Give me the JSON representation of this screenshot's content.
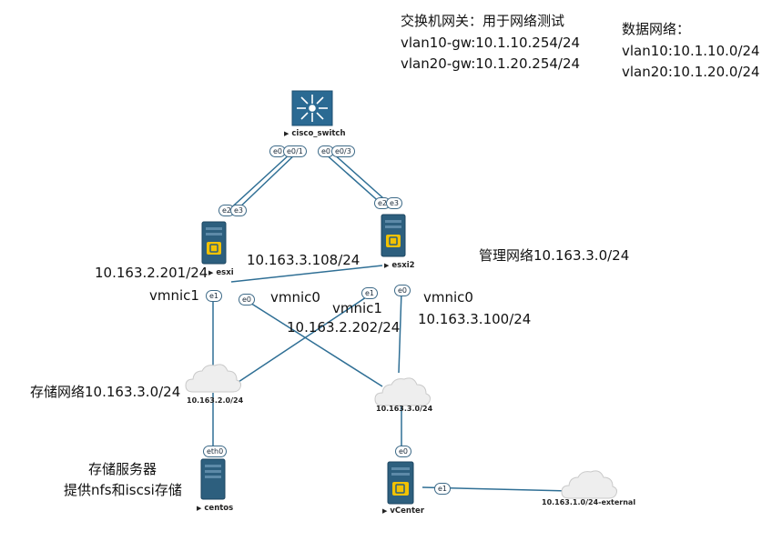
{
  "notes": {
    "switch_gateway_title": "交换机网关：用于网络测试",
    "vlan10_gw": "vlan10-gw:10.1.10.254/24",
    "vlan20_gw": "vlan20-gw:10.1.20.254/24",
    "data_network_title": "数据网络：",
    "vlan10_net": "vlan10:10.1.10.0/24",
    "vlan20_net": "vlan20:10.1.20.0/24",
    "esxi_storage_ip": "10.163.2.201/24",
    "esxi_mgmt_ip": "10.163.3.108/24",
    "esxi_vmnic1": "vmnic1",
    "esxi_vmnic0": "vmnic0",
    "esxi2_vmnic1": "vmnic1",
    "esxi2_storage_ip": "10.163.2.202/24",
    "esxi2_vmnic0": "vmnic0",
    "esxi2_mgmt_ip": "10.163.3.100/24",
    "mgmt_network": "管理网络10.163.3.0/24",
    "storage_network": "存储网络10.163.3.0/24",
    "storage_server_title": "存储服务器",
    "storage_server_desc": "提供nfs和iscsi存储"
  },
  "nodes": {
    "switch": "cisco_switch",
    "esxi": "esxi",
    "esxi2": "esxi2",
    "centos": "centos",
    "vcenter": "vCenter"
  },
  "clouds": {
    "storage_net": "10.163.2.0/24",
    "mgmt_net": "10.163.3.0/24",
    "external_net": "10.163.1.0/24-external"
  },
  "ports": {
    "sw_e0_left": "e0",
    "sw_e01": "e0/1",
    "sw_e0_right": "e0",
    "sw_e03": "e0/3",
    "esxi_e2": "e2",
    "esxi_e3": "e3",
    "esxi2_e2": "e2",
    "esxi2_e3": "e3",
    "esxi_e1": "e1",
    "esxi_e0": "e0",
    "esxi2_e1": "e1",
    "esxi2_e0": "e0",
    "centos_eth0": "eth0",
    "vcenter_e0": "e0",
    "vcenter_e1": "e1"
  },
  "colors": {
    "link": "#2f6f95",
    "device_body": "#2d5f7e",
    "device_accent": "#f2c200",
    "switch_body": "#2b6a93",
    "cloud": "#eeeeee"
  }
}
